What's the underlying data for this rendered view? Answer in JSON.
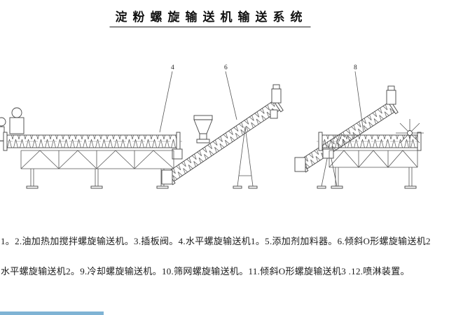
{
  "page": {
    "title": "淀粉螺旋输送机输送系统",
    "background": "#ffffff",
    "line_color": "#444444"
  },
  "callouts": {
    "c4": "4",
    "c6": "6",
    "c8": "8"
  },
  "caption": {
    "line1": "1。2.油加热加搅拌螺旋输送机。3.插板阀。4.水平螺旋输送机1。5.添加剂加料器。6.倾斜O形螺旋输送机2",
    "line2": "水平螺旋输送机2。9.冷却螺旋输送机。10.筛网螺旋输送机。11.倾斜O形螺旋输送机3 .12.喷淋装置。"
  },
  "colors": {
    "watermark_strip": "#7fb3d4"
  }
}
